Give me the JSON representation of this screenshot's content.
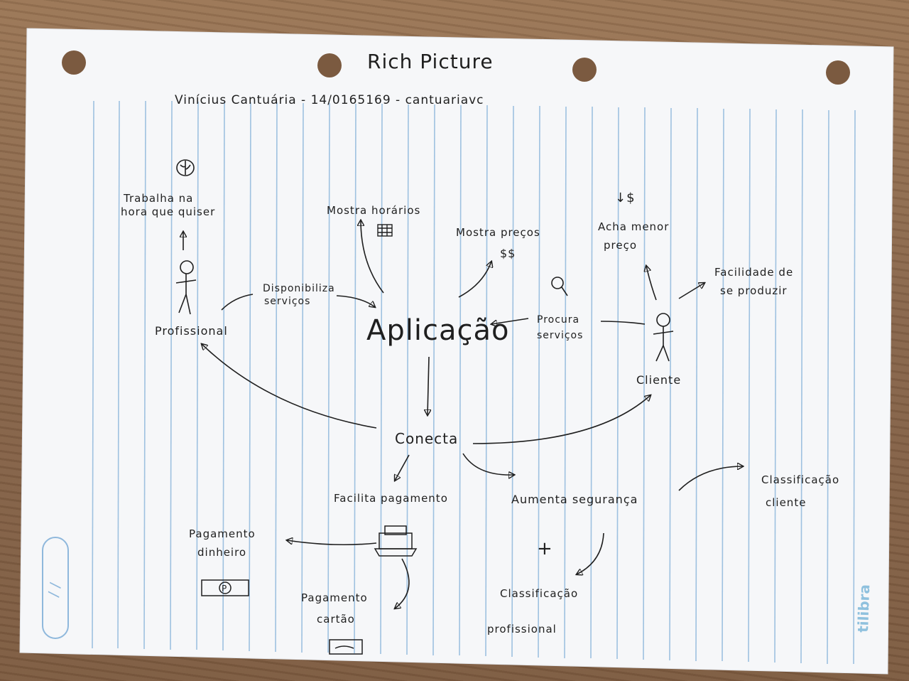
{
  "title": "Rich Picture",
  "author_line": "Vinícius Cantuária - 14/0165169 - cantuariavc",
  "central": "Aplicação",
  "hub": "Conecta",
  "labels": {
    "trabalha_1": "Trabalha na",
    "trabalha_2": "hora que quiser",
    "mostra_horarios": "Mostra horários",
    "mostra_precos": "Mostra preços",
    "acha_1": "Acha menor",
    "acha_2": "preço",
    "facilidade_1": "Facilidade de",
    "facilidade_2": "se produzir",
    "disponibiliza_1": "Disponibiliza",
    "disponibiliza_2": "serviços",
    "profissional": "Profissional",
    "procura_1": "Procura",
    "procura_2": "serviços",
    "cliente": "Cliente",
    "facilita_pagamento": "Facilita pagamento",
    "aumenta_seguranca": "Aumenta segurança",
    "classificacao_cliente_1": "Classificação",
    "classificacao_cliente_2": "cliente",
    "pag_dinheiro_1": "Pagamento",
    "pag_dinheiro_2": "dinheiro",
    "pag_cartao_1": "Pagamento",
    "pag_cartao_2": "cartão",
    "plus": "+",
    "classificacao_prof_1": "Classificação",
    "classificacao_prof_2": "profissional",
    "dollar_down": "↓$",
    "money_p": "P",
    "notebook_page": "/ /",
    "brand": "tilibra"
  },
  "colors": {
    "paper": "#f6f7f9",
    "rule_line": "#8fb8dc",
    "ink": "#1f1f1f"
  }
}
